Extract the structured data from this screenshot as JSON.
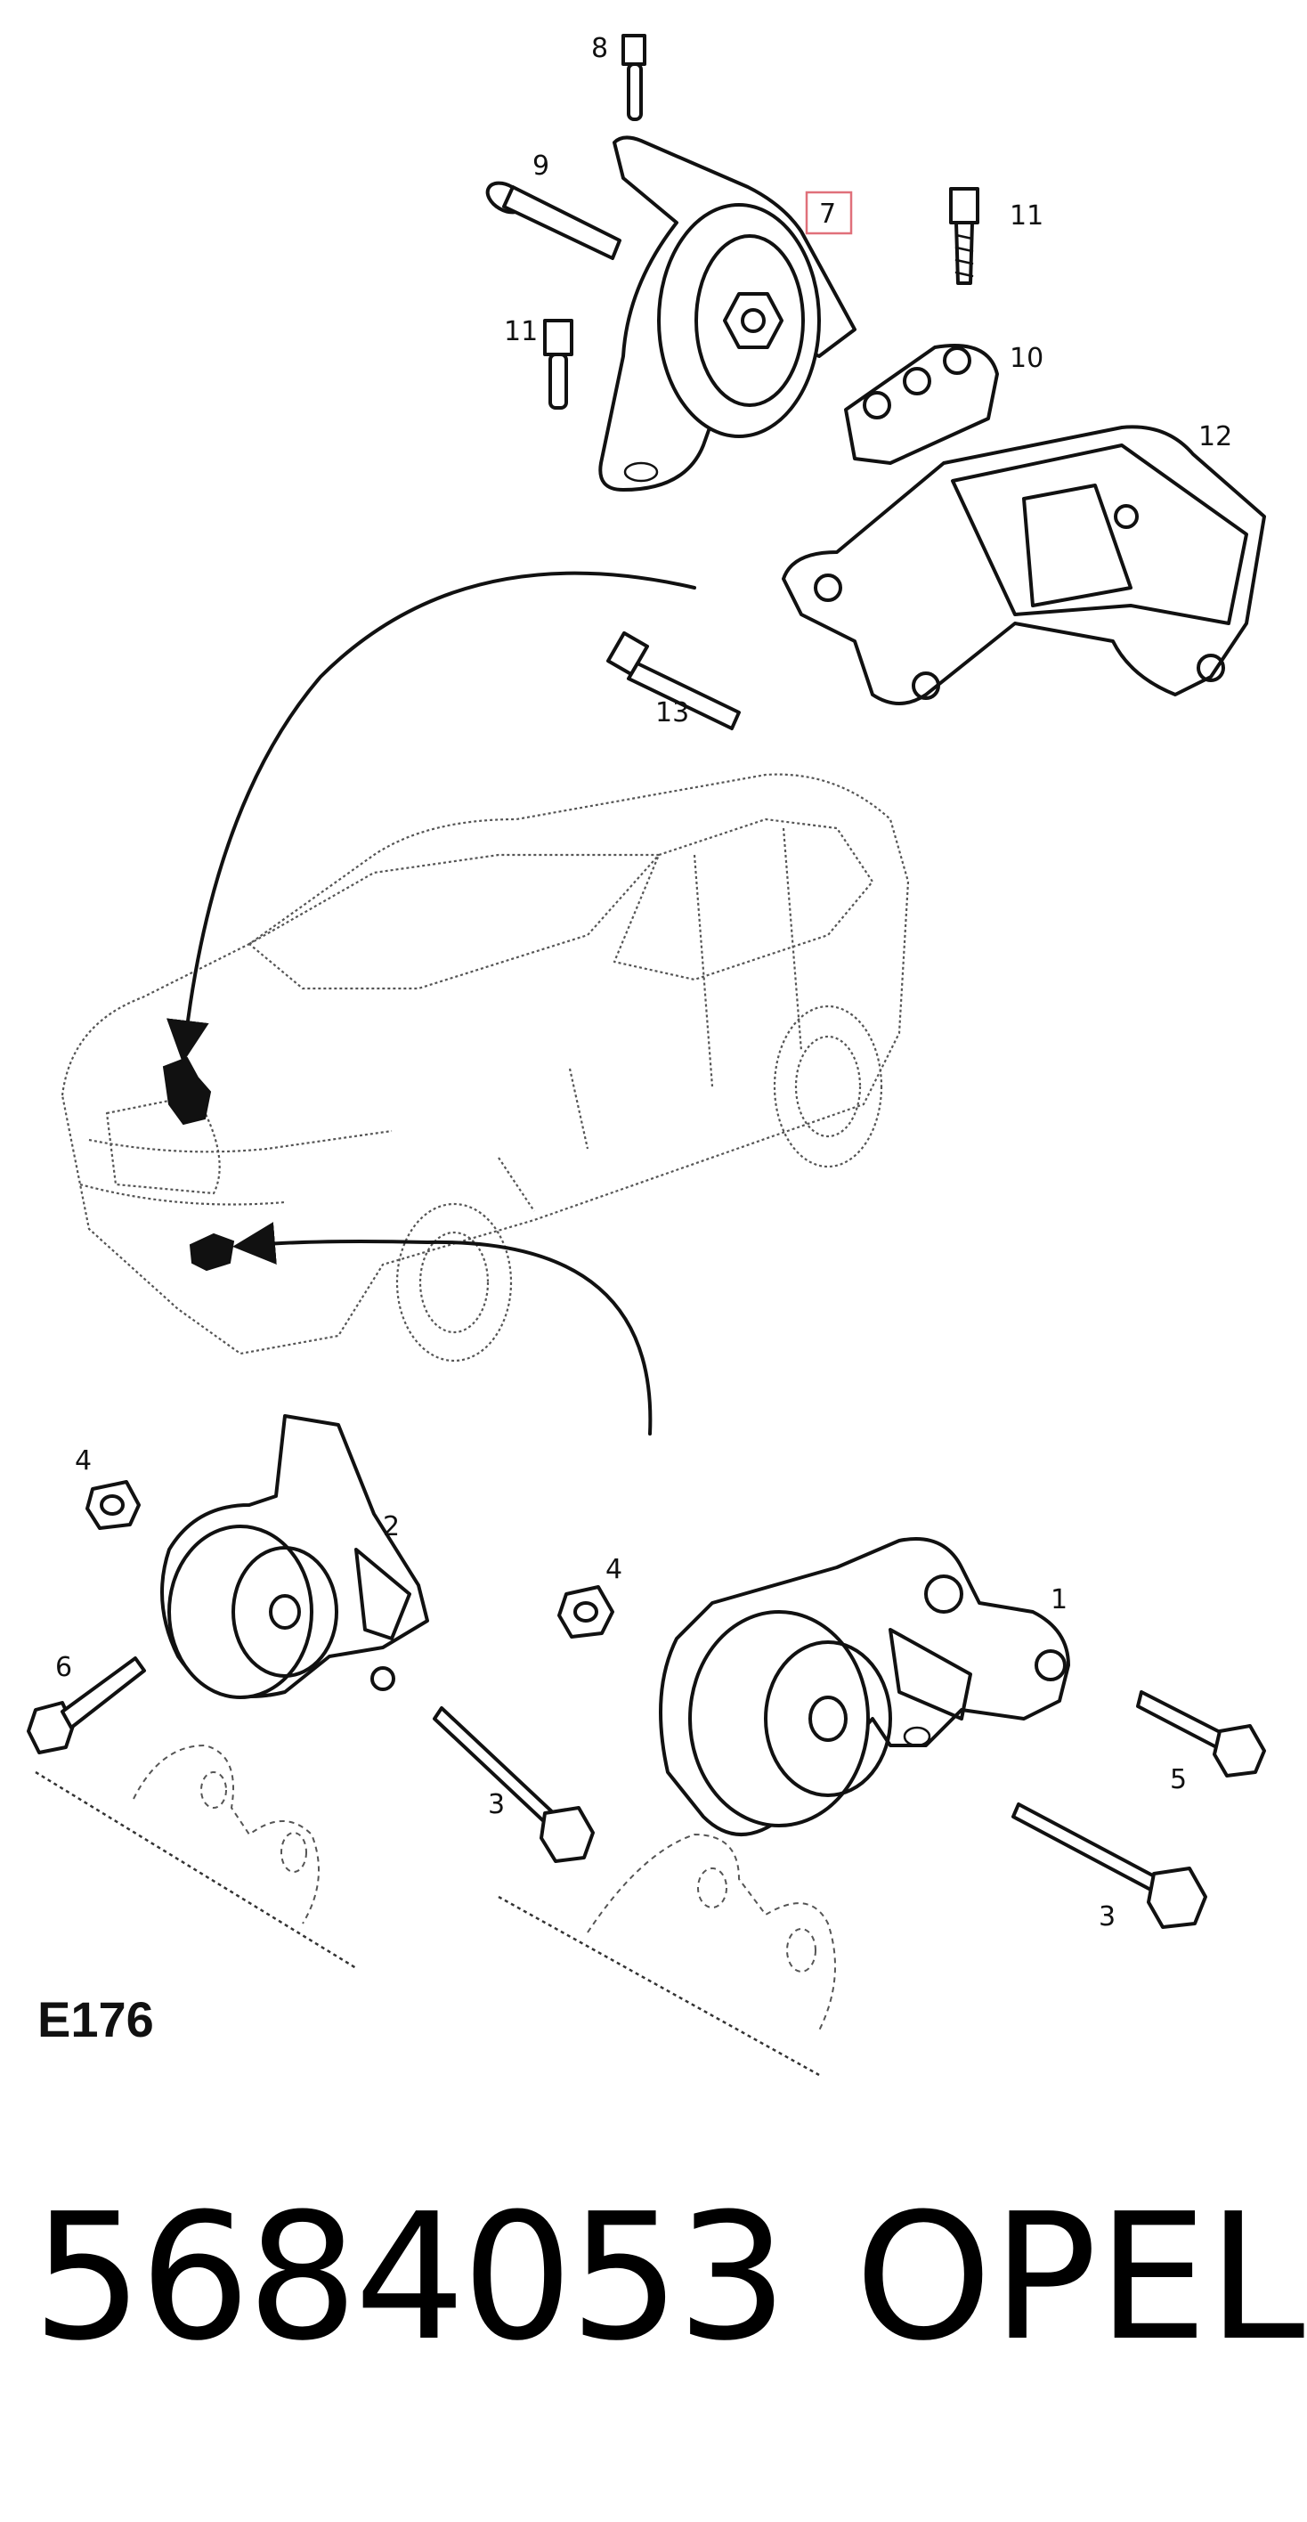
{
  "callouts": {
    "c1": "1",
    "c2": "2",
    "c3a": "3",
    "c3b": "3",
    "c4a": "4",
    "c4b": "4",
    "c5": "5",
    "c6": "6",
    "c7": "7",
    "c8": "8",
    "c9": "9",
    "c10": "10",
    "c11a": "11",
    "c11b": "11",
    "c12": "12",
    "c13": "13"
  },
  "highlight": {
    "callout": "7",
    "color": "#e0707a"
  },
  "diagram_code": "E176",
  "part_number": "5684053",
  "brand": "OPEL"
}
